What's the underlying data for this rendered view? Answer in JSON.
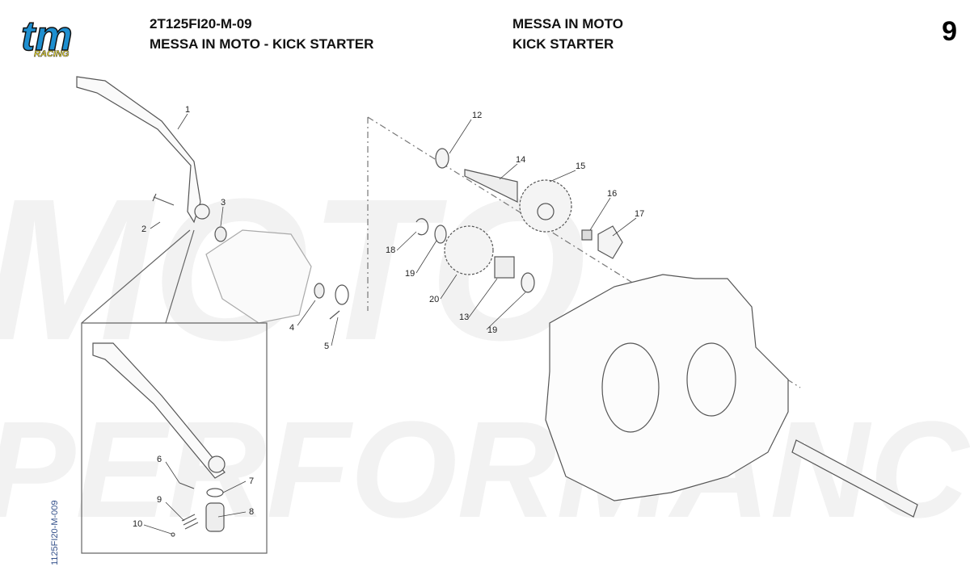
{
  "logo": {
    "brand": "tm",
    "sub": "RACING",
    "color": "#1e8fd0",
    "sub_color": "#f0e030"
  },
  "header": {
    "code": "2T125FI20-M-09",
    "title_it": "MESSA IN MOTO - KICK STARTER",
    "title_r1": "MESSA IN MOTO",
    "title_r2": "KICK STARTER",
    "page": "9"
  },
  "side_code": "1125FI20-M-009",
  "watermark": {
    "line1": "MOTO",
    "line2": "PERFORMANCE"
  },
  "callouts": [
    "1",
    "2",
    "3",
    "4",
    "5",
    "6",
    "7",
    "8",
    "9",
    "10",
    "12",
    "13",
    "14",
    "15",
    "16",
    "17",
    "18",
    "19",
    "19",
    "20"
  ]
}
